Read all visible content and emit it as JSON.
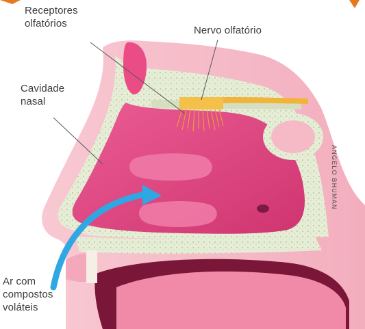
{
  "labels": {
    "receptores": "Receptores\nolfatórios",
    "nervo": "Nervo olfatório",
    "cavidade": "Cavidade\nnasal",
    "ar": "Ar com\ncompostos\nvoláteis"
  },
  "credit": "ANGELO BHUMAN",
  "colors": {
    "cavity": "#e0427f",
    "cavity_dark": "#c52c68",
    "skin": "#f6b9c6",
    "bone": "#dfe8cf",
    "nerve": "#f0b43a",
    "air_arrow": "#2fa7e3",
    "accent_top": "#e47a1c"
  }
}
